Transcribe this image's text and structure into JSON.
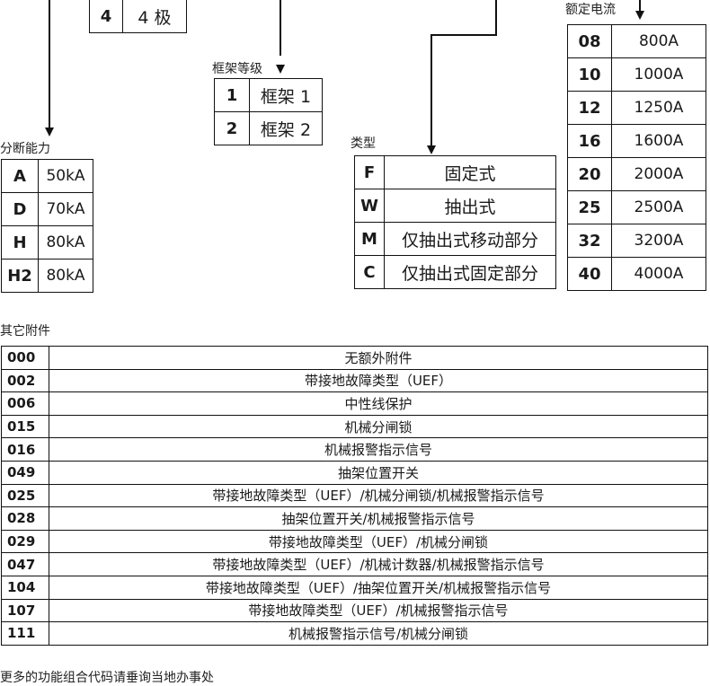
{
  "poles": {
    "rows": [
      {
        "code": "4",
        "label": "4 极"
      }
    ]
  },
  "frame": {
    "caption": "框架等级",
    "rows": [
      {
        "code": "1",
        "label": "框架 1"
      },
      {
        "code": "2",
        "label": "框架 2"
      }
    ]
  },
  "breaking": {
    "caption": "分断能力",
    "rows": [
      {
        "code": "A",
        "label": "50kA"
      },
      {
        "code": "D",
        "label": "70kA"
      },
      {
        "code": "H",
        "label": "80kA"
      },
      {
        "code": "H2",
        "label": "80kA"
      }
    ]
  },
  "type": {
    "caption": "类型",
    "rows": [
      {
        "code": "F",
        "label": "固定式"
      },
      {
        "code": "W",
        "label": "抽出式"
      },
      {
        "code": "M",
        "label": "仅抽出式移动部分"
      },
      {
        "code": "C",
        "label": "仅抽出式固定部分"
      }
    ]
  },
  "current": {
    "caption": "额定电流",
    "rows": [
      {
        "code": "08",
        "label": "800A"
      },
      {
        "code": "10",
        "label": "1000A"
      },
      {
        "code": "12",
        "label": "1250A"
      },
      {
        "code": "16",
        "label": "1600A"
      },
      {
        "code": "20",
        "label": "2000A"
      },
      {
        "code": "25",
        "label": "2500A"
      },
      {
        "code": "32",
        "label": "3200A"
      },
      {
        "code": "40",
        "label": "4000A"
      }
    ]
  },
  "accessories": {
    "caption": "其它附件",
    "rows": [
      {
        "code": "000",
        "label": "无额外附件"
      },
      {
        "code": "002",
        "label": "带接地故障类型（UEF）"
      },
      {
        "code": "006",
        "label": "中性线保护"
      },
      {
        "code": "015",
        "label": "机械分闸锁"
      },
      {
        "code": "016",
        "label": "机械报警指示信号"
      },
      {
        "code": "049",
        "label": "抽架位置开关"
      },
      {
        "code": "025",
        "label": "带接地故障类型（UEF）/机械分闸锁/机械报警指示信号"
      },
      {
        "code": "028",
        "label": "抽架位置开关/机械报警指示信号"
      },
      {
        "code": "029",
        "label": "带接地故障类型（UEF）/机械分闸锁"
      },
      {
        "code": "047",
        "label": "带接地故障类型（UEF）/机械计数器/机械报警指示信号"
      },
      {
        "code": "104",
        "label": "带接地故障类型（UEF）/抽架位置开关/机械报警指示信号"
      },
      {
        "code": "107",
        "label": "带接地故障类型（UEF）/机械报警指示信号"
      },
      {
        "code": "111",
        "label": "机械报警指示信号/机械分闸锁"
      }
    ]
  },
  "footnote": "更多的功能组合代码请垂询当地办事处"
}
